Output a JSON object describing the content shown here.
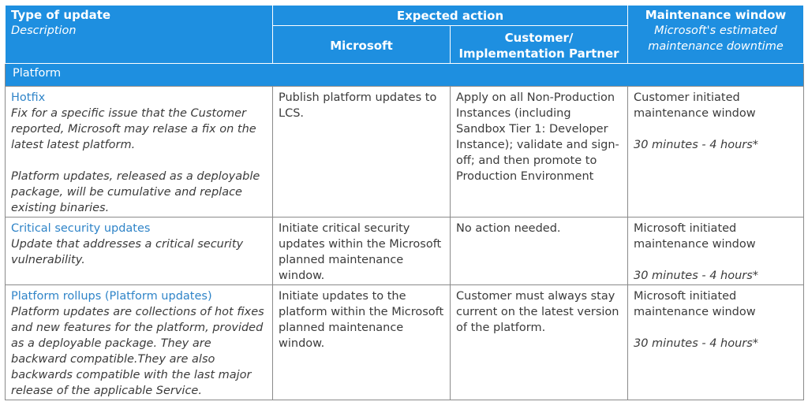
{
  "header": {
    "col1_title": "Type of update",
    "col1_subtitle": "Description",
    "expected_title": "Expected action",
    "microsoft_title": "Microsoft",
    "customer_line1": "Customer/",
    "customer_line2": "Implementation Partner",
    "window_title": "Maintenance window",
    "window_sub_line1": "Microsoft's estimated",
    "window_sub_line2": "maintenance downtime"
  },
  "section": {
    "label": "Platform"
  },
  "rows": [
    {
      "type_name": "Hotfix",
      "desc_1": "Fix for a specific issue that the Customer reported, Microsoft may relase a fix on the latest latest platform.",
      "desc_2": "Platform updates, released as a deployable package, will be cumulative and replace existing binaries.",
      "microsoft_action": "Publish platform updates to LCS.",
      "customer_action": "Apply on all Non-Production Instances (including Sandbox Tier 1: Developer Instance); validate and sign-off; and then promote to Production Environment",
      "window_text": "Customer initiated maintenance window",
      "window_time": "30 minutes - 4 hours*"
    },
    {
      "type_name": "Critical security updates",
      "desc_1": "Update that addresses a critical security vulnerability.",
      "microsoft_action": "Initiate critical security updates within the Microsoft planned maintenance window.",
      "customer_action": "No action needed.",
      "window_text": "Microsoft initiated maintenance window",
      "window_time": "30 minutes - 4 hours*"
    },
    {
      "type_name": "Platform rollups (Platform updates)",
      "desc_1": "Platform updates are collections of hot fixes and new features for the platform, provided as a deployable package. They are backward compatible.They are also backwards compatible with the last major release of the applicable Service.",
      "microsoft_action": "Initiate updates to the platform within the Microsoft planned maintenance window.",
      "customer_action": "Customer must always stay current on the latest version of the platform.",
      "window_text": "Microsoft initiated maintenance window",
      "window_time": "30 minutes - 4 hours*"
    }
  ]
}
